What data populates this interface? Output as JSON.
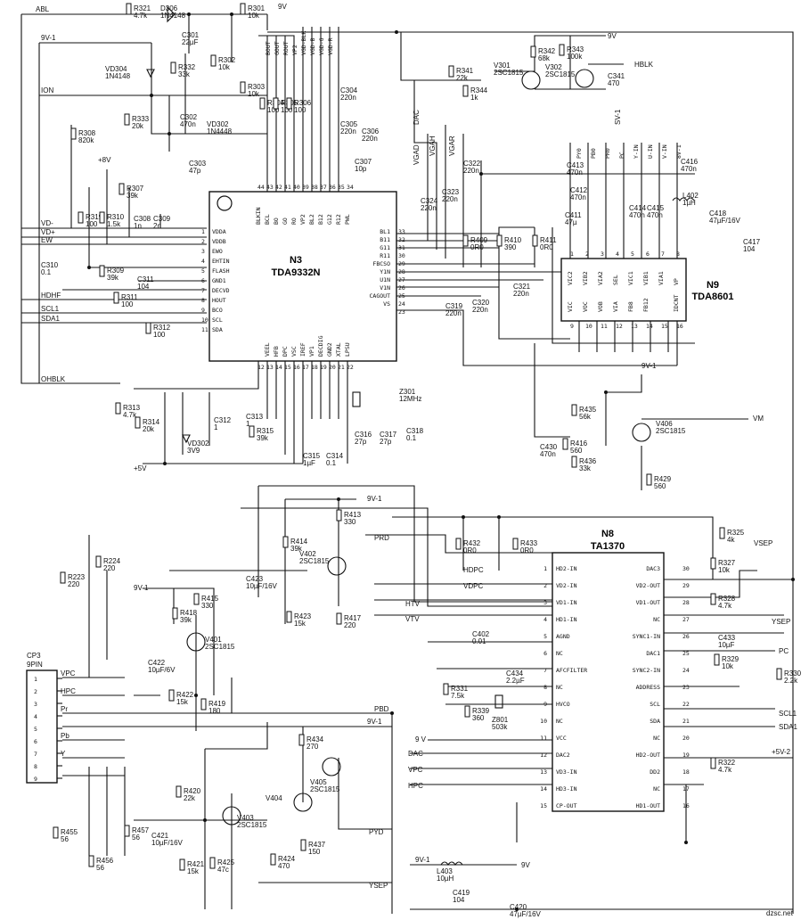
{
  "chips": {
    "n3": {
      "ref": "N3",
      "part": "TDA9332N"
    },
    "n9": {
      "ref": "N9",
      "part": "TDA8601"
    },
    "n8": {
      "ref": "N8",
      "part": "TA1370"
    }
  },
  "n3_left_pins": [
    {
      "num": "1",
      "name": "VDDA"
    },
    {
      "num": "2",
      "name": "VDDB"
    },
    {
      "num": "3",
      "name": "EWO"
    },
    {
      "num": "4",
      "name": "EHTIN"
    },
    {
      "num": "5",
      "name": "FLASH"
    },
    {
      "num": "6",
      "name": "GND1"
    },
    {
      "num": "7",
      "name": "DECVD"
    },
    {
      "num": "8",
      "name": "HOUT"
    },
    {
      "num": "9",
      "name": "BCO"
    },
    {
      "num": "10",
      "name": "SCL"
    },
    {
      "num": "11",
      "name": "SDA"
    }
  ],
  "n3_right_pins": [
    {
      "num": "33",
      "name": "BL1"
    },
    {
      "num": "32",
      "name": "B11"
    },
    {
      "num": "31",
      "name": "G11"
    },
    {
      "num": "30",
      "name": "R11"
    },
    {
      "num": "29",
      "name": "FBCSO"
    },
    {
      "num": "28",
      "name": "Y1N"
    },
    {
      "num": "27",
      "name": "U1N"
    },
    {
      "num": "26",
      "name": "V1N"
    },
    {
      "num": "25",
      "name": "CAGOUT"
    },
    {
      "num": "24",
      "name": "VS"
    },
    {
      "num": "23",
      "name": ""
    }
  ],
  "n3_top_pins": [
    {
      "num": "44",
      "name": "BLKIN"
    },
    {
      "num": "43",
      "name": "BCL"
    },
    {
      "num": "42",
      "name": "BO"
    },
    {
      "num": "41",
      "name": "GO"
    },
    {
      "num": "40",
      "name": "RO"
    },
    {
      "num": "39",
      "name": "VP2"
    },
    {
      "num": "38",
      "name": "BL2"
    },
    {
      "num": "37",
      "name": "B12"
    },
    {
      "num": "36",
      "name": "G12"
    },
    {
      "num": "35",
      "name": "R12"
    },
    {
      "num": "34",
      "name": "PWL"
    }
  ],
  "n3_bottom_pins": [
    {
      "num": "12",
      "name": ""
    },
    {
      "num": "13",
      "name": "VEEL"
    },
    {
      "num": "14",
      "name": "HFB"
    },
    {
      "num": "15",
      "name": "DPC"
    },
    {
      "num": "16",
      "name": "VSC"
    },
    {
      "num": "17",
      "name": "IREF"
    },
    {
      "num": "18",
      "name": "VP1"
    },
    {
      "num": "19",
      "name": "DECDIG"
    },
    {
      "num": "20",
      "name": "GND2"
    },
    {
      "num": "21",
      "name": "XTAL"
    },
    {
      "num": "22",
      "name": "LPSU"
    }
  ],
  "n9_top_pins": [
    {
      "num": "1",
      "name": "VIC2"
    },
    {
      "num": "2",
      "name": "VIB2"
    },
    {
      "num": "3",
      "name": "VIA2"
    },
    {
      "num": "4",
      "name": "SEL"
    },
    {
      "num": "5",
      "name": "VIC1"
    },
    {
      "num": "6",
      "name": "VIB1"
    },
    {
      "num": "7",
      "name": "VIA1"
    },
    {
      "num": "8",
      "name": "VP"
    }
  ],
  "n9_bottom_pins": [
    {
      "num": "9",
      "name": "VIC"
    },
    {
      "num": "10",
      "name": "VOC"
    },
    {
      "num": "11",
      "name": "VOB"
    },
    {
      "num": "12",
      "name": "VIA"
    },
    {
      "num": "13",
      "name": "FB8"
    },
    {
      "num": "14",
      "name": "FB12"
    },
    {
      "num": "15",
      "name": ""
    },
    {
      "num": "16",
      "name": "IDCNT"
    }
  ],
  "n8_left_pins": [
    {
      "num": "1",
      "name": "HD2-IN"
    },
    {
      "num": "2",
      "name": "VD2-IN"
    },
    {
      "num": "3",
      "name": "VD1-IN"
    },
    {
      "num": "4",
      "name": "HD1-IN"
    },
    {
      "num": "5",
      "name": "AGND"
    },
    {
      "num": "6",
      "name": "NC"
    },
    {
      "num": "7",
      "name": "AFCFILTER"
    },
    {
      "num": "8",
      "name": "NC"
    },
    {
      "num": "9",
      "name": "HVCO"
    },
    {
      "num": "10",
      "name": "NC"
    },
    {
      "num": "11",
      "name": "VCC"
    },
    {
      "num": "12",
      "name": "DAC2"
    },
    {
      "num": "13",
      "name": "VD3-IN"
    },
    {
      "num": "14",
      "name": "HD3-IN"
    },
    {
      "num": "15",
      "name": "CP-OUT"
    }
  ],
  "n8_right_pins": [
    {
      "num": "30",
      "name": "DAC3"
    },
    {
      "num": "29",
      "name": "VD2-OUT"
    },
    {
      "num": "28",
      "name": "VD1-OUT"
    },
    {
      "num": "27",
      "name": "NC"
    },
    {
      "num": "26",
      "name": "SYNC1-IN"
    },
    {
      "num": "25",
      "name": "DAC1"
    },
    {
      "num": "24",
      "name": "SYNC2-IN"
    },
    {
      "num": "23",
      "name": "ADDRESS"
    },
    {
      "num": "22",
      "name": "SCL"
    },
    {
      "num": "21",
      "name": "SDA"
    },
    {
      "num": "20",
      "name": "NC"
    },
    {
      "num": "19",
      "name": "HD2-OUT"
    },
    {
      "num": "18",
      "name": "DD2"
    },
    {
      "num": "17",
      "name": "NC"
    },
    {
      "num": "16",
      "name": "HD1-OUT"
    }
  ],
  "net_labels": {
    "abl": "ABL",
    "v9_1": "9V-1",
    "ion": "ION",
    "vd_minus": "VD-",
    "vd_plus": "VD+",
    "ew": "EW",
    "hdhf": "HDHF",
    "scl1": "SCL1",
    "sda1": "SDA1",
    "ohblk": "OHBLK",
    "plus5v": "+5V",
    "plus8v": "+8V",
    "v9": "9V",
    "hblk": "HBLK",
    "dac": "DAC",
    "vgad": "VGAD",
    "vgah": "VGAH",
    "vgar": "VGAR",
    "hdpc": "HDPC",
    "vdpc": "VDPC",
    "htv": "HTV",
    "vtv": "VTV",
    "prd": "PRD",
    "pbd": "PBD",
    "pyd": "PYD",
    "vpc": "VPC",
    "hpc": "HPC",
    "pr": "Pr",
    "pb": "Pb",
    "y": "Y",
    "ysep": "YSEP",
    "pc": "PC",
    "vsep": "VSEP",
    "plus5v2": "+5V-2",
    "vm": "VM",
    "sv1": "SV-1",
    "v9_1b": "9V-1",
    "v9b": "9 V",
    "v9_1c": "9V-1",
    "v9_1d": "9V-1",
    "v9_1e": "9V-1"
  },
  "top_bus_labels": [
    "BOUT",
    "GOUT",
    "ROUT",
    "VP2",
    "VGD-BLK",
    "VGD-B",
    "VGD-G",
    "VGD-R"
  ],
  "n9_bus_labels": [
    "PY0",
    "PB0",
    "PR0",
    "PC",
    "Y-IN",
    "U-IN",
    "V-IN",
    "8V-1"
  ],
  "connector": {
    "ref": "CP3",
    "type": "9PIN",
    "pins": [
      "1",
      "2",
      "3",
      "4",
      "5",
      "6",
      "7",
      "8",
      "9"
    ]
  },
  "resistors": [
    {
      "ref": "R321",
      "value": "4.7k"
    },
    {
      "ref": "R301",
      "value": "10k"
    },
    {
      "ref": "R332",
      "value": "33k"
    },
    {
      "ref": "R302",
      "value": "10k"
    },
    {
      "ref": "R303",
      "value": "10k"
    },
    {
      "ref": "R333",
      "value": "20k"
    },
    {
      "ref": "R308",
      "value": "820k"
    },
    {
      "ref": "R307",
      "value": "39k"
    },
    {
      "ref": "R319",
      "value": "100"
    },
    {
      "ref": "R310",
      "value": "1.5k"
    },
    {
      "ref": "R309",
      "value": "39k"
    },
    {
      "ref": "R311",
      "value": "100"
    },
    {
      "ref": "R312",
      "value": "100"
    },
    {
      "ref": "R304",
      "value": "100"
    },
    {
      "ref": "R305",
      "value": "100"
    },
    {
      "ref": "R306",
      "value": "100"
    },
    {
      "ref": "R341",
      "value": "22k"
    },
    {
      "ref": "R344",
      "value": "1k"
    },
    {
      "ref": "R342",
      "value": "68k"
    },
    {
      "ref": "R343",
      "value": "100k"
    },
    {
      "ref": "R409",
      "value": "0R0"
    },
    {
      "ref": "R410",
      "value": "390"
    },
    {
      "ref": "R411",
      "value": "0R0"
    },
    {
      "ref": "R313",
      "value": "4.7k"
    },
    {
      "ref": "R314",
      "value": "20k"
    },
    {
      "ref": "R315",
      "value": "39k"
    },
    {
      "ref": "R435",
      "value": "56k"
    },
    {
      "ref": "R416",
      "value": "560"
    },
    {
      "ref": "R436",
      "value": "33k"
    },
    {
      "ref": "R429",
      "value": "560"
    },
    {
      "ref": "R413",
      "value": "330"
    },
    {
      "ref": "R414",
      "value": "39k"
    },
    {
      "ref": "R432",
      "value": "0R0"
    },
    {
      "ref": "R433",
      "value": "0R0"
    },
    {
      "ref": "R223",
      "value": "220"
    },
    {
      "ref": "R224",
      "value": "220"
    },
    {
      "ref": "R423",
      "value": "15k"
    },
    {
      "ref": "R417",
      "value": "220"
    },
    {
      "ref": "R415",
      "value": "330"
    },
    {
      "ref": "R418",
      "value": "39k"
    },
    {
      "ref": "R422",
      "value": "15k"
    },
    {
      "ref": "R419",
      "value": "180"
    },
    {
      "ref": "R325",
      "value": "4k"
    },
    {
      "ref": "R327",
      "value": "10k"
    },
    {
      "ref": "R328",
      "value": "4.7k"
    },
    {
      "ref": "R329",
      "value": "10k"
    },
    {
      "ref": "R330",
      "value": "2.2k"
    },
    {
      "ref": "R331",
      "value": "7.5k"
    },
    {
      "ref": "R339",
      "value": "360"
    },
    {
      "ref": "R322",
      "value": "4.7k"
    },
    {
      "ref": "R434",
      "value": "270"
    },
    {
      "ref": "R420",
      "value": "22k"
    },
    {
      "ref": "R437",
      "value": "150"
    },
    {
      "ref": "R424",
      "value": "470"
    },
    {
      "ref": "R421",
      "value": "15k"
    },
    {
      "ref": "R425",
      "value": "47c"
    },
    {
      "ref": "R455",
      "value": "56"
    },
    {
      "ref": "R456",
      "value": "56"
    },
    {
      "ref": "R457",
      "value": "56"
    }
  ],
  "capacitors": [
    {
      "ref": "C301",
      "value": "22µF"
    },
    {
      "ref": "C302",
      "value": "470n"
    },
    {
      "ref": "C303",
      "value": "47p"
    },
    {
      "ref": "C308",
      "value": "1n"
    },
    {
      "ref": "C309",
      "value": "2n"
    },
    {
      "ref": "C310",
      "value": "0.1"
    },
    {
      "ref": "C311",
      "value": "104"
    },
    {
      "ref": "C304",
      "value": "220n"
    },
    {
      "ref": "C305",
      "value": "220n"
    },
    {
      "ref": "C306",
      "value": "220n"
    },
    {
      "ref": "C307",
      "value": "10p"
    },
    {
      "ref": "C341",
      "value": "470"
    },
    {
      "ref": "C322",
      "value": "220n"
    },
    {
      "ref": "C323",
      "value": "220n"
    },
    {
      "ref": "C324",
      "value": "220n"
    },
    {
      "ref": "C413",
      "value": "470n"
    },
    {
      "ref": "C412",
      "value": "470n"
    },
    {
      "ref": "C411",
      "value": "47µ"
    },
    {
      "ref": "C414",
      "value": "470n"
    },
    {
      "ref": "C415",
      "value": "470n"
    },
    {
      "ref": "C416",
      "value": "470n"
    },
    {
      "ref": "C418",
      "value": "47µF/16V"
    },
    {
      "ref": "C417",
      "value": "104"
    },
    {
      "ref": "C319",
      "value": "220n"
    },
    {
      "ref": "C320",
      "value": "220n"
    },
    {
      "ref": "C321",
      "value": "220n"
    },
    {
      "ref": "C312",
      "value": "1"
    },
    {
      "ref": "C313",
      "value": "1"
    },
    {
      "ref": "C315",
      "value": "1µF"
    },
    {
      "ref": "C314",
      "value": "0.1"
    },
    {
      "ref": "C316",
      "value": "27p"
    },
    {
      "ref": "C317",
      "value": "27p"
    },
    {
      "ref": "C318",
      "value": "0.1"
    },
    {
      "ref": "C430",
      "value": "470n"
    },
    {
      "ref": "C423",
      "value": "10µF/16V"
    },
    {
      "ref": "C422",
      "value": "10µF/6V"
    },
    {
      "ref": "C402",
      "value": "0.01"
    },
    {
      "ref": "C434",
      "value": "2.2µF"
    },
    {
      "ref": "C433",
      "value": "10µF"
    },
    {
      "ref": "C421",
      "value": "10µF/16V"
    },
    {
      "ref": "C419",
      "value": "104"
    },
    {
      "ref": "C420",
      "value": "47µF/16V"
    }
  ],
  "semis": [
    {
      "ref": "D306",
      "value": "1N4148"
    },
    {
      "ref": "VD304",
      "value": "1N4148"
    },
    {
      "ref": "VD302",
      "value": "1N4448"
    },
    {
      "ref": "VD302",
      "value": "3V9"
    },
    {
      "ref": "V301",
      "value": "2SC1815"
    },
    {
      "ref": "V302",
      "value": "2SC1815"
    },
    {
      "ref": "V406",
      "value": "2SC1815"
    },
    {
      "ref": "V402",
      "value": "2SC1815"
    },
    {
      "ref": "V401",
      "value": "2SC1815"
    },
    {
      "ref": "V405",
      "value": "2SC1815"
    },
    {
      "ref": "V404",
      "value": ""
    },
    {
      "ref": "V403",
      "value": "2SC1815"
    }
  ],
  "other_parts": [
    {
      "ref": "Z301",
      "value": "12MHz"
    },
    {
      "ref": "Z801",
      "value": "503k"
    },
    {
      "ref": "L402",
      "value": "1µH"
    },
    {
      "ref": "L403",
      "value": "10µH"
    }
  ],
  "watermark": "dzsc.net"
}
